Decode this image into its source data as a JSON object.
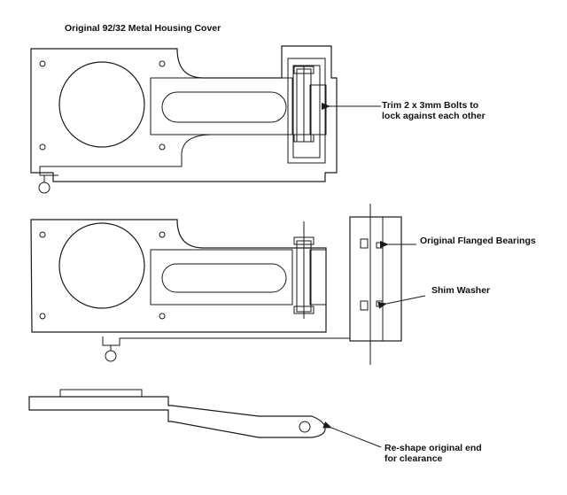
{
  "title": "Original 92/32  Metal Housing Cover",
  "annotations": {
    "trim_line1": "Trim 2 x 3mm Bolts to",
    "trim_line2": "lock against each other",
    "flanged_bearings": "Original Flanged Bearings",
    "shim_washer": "Shim Washer",
    "reshape_line1": "Re-shape original end",
    "reshape_line2": "for clearance"
  },
  "colors": {
    "line": "#1a1a1a",
    "background": "#ffffff"
  }
}
